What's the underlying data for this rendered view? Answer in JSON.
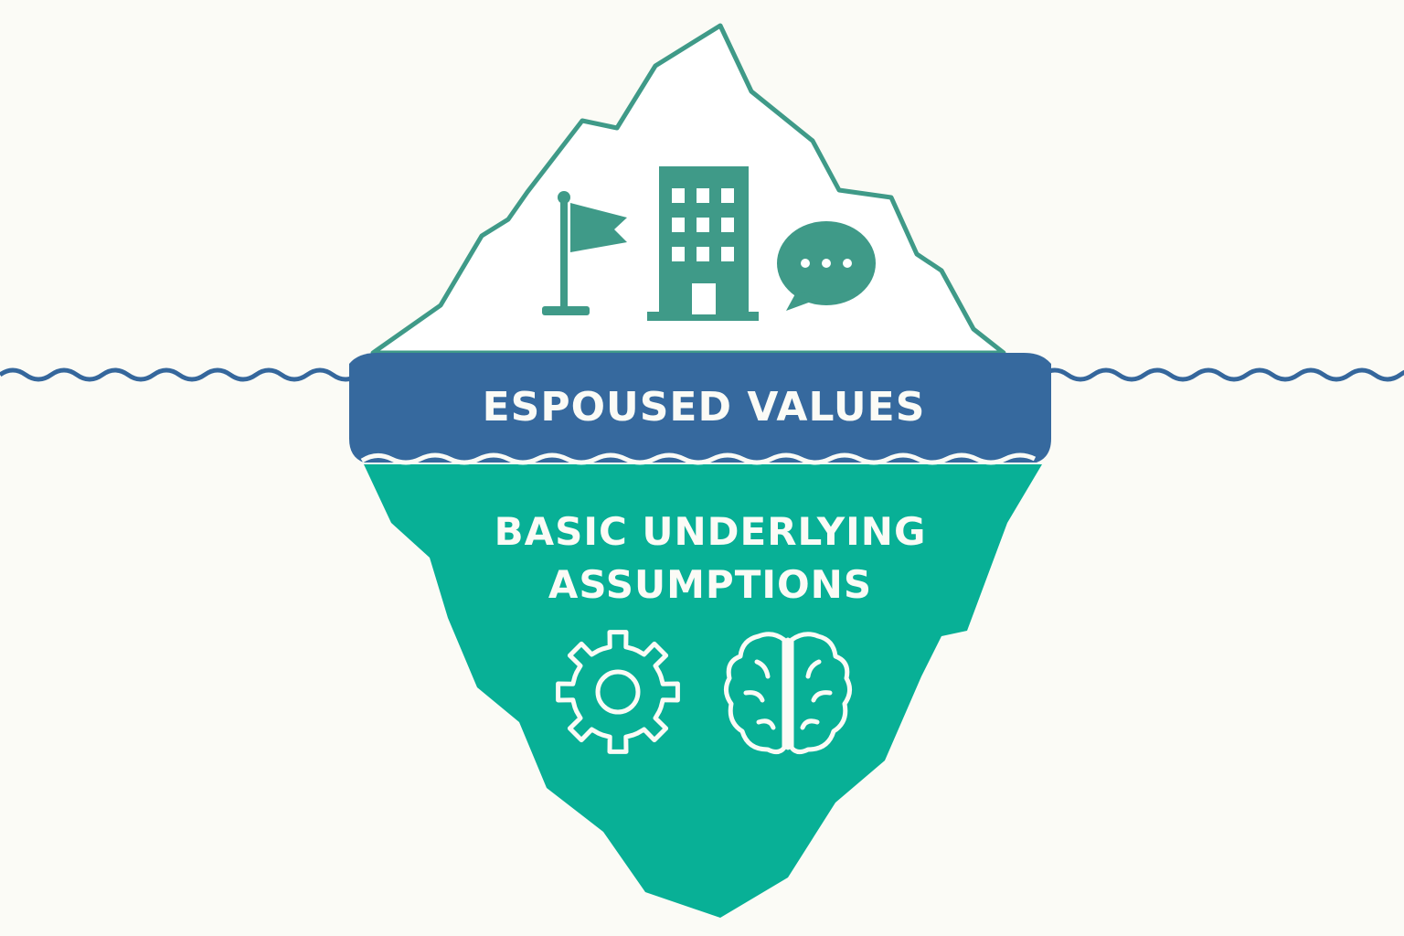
{
  "diagram": {
    "layers": [
      {
        "id": "artifacts",
        "label": "",
        "icons": [
          "flag-icon",
          "office-building-icon",
          "speech-bubble-icon"
        ]
      },
      {
        "id": "espoused-values",
        "label": "ESPOUSED VALUES",
        "icons": []
      },
      {
        "id": "assumptions",
        "label_lines": [
          "BASIC UNDERLYING",
          "ASSUMPTIONS"
        ],
        "icons": [
          "gear-icon",
          "brain-icon"
        ]
      }
    ]
  },
  "colors": {
    "background": "#fbfbf6",
    "tip_outline": "#3f9a88",
    "icon_fill": "#3f9a88",
    "water_line": "#35679c",
    "band": "#36699e",
    "submerged": "#08b096",
    "label_text": "#fbfbf6"
  }
}
